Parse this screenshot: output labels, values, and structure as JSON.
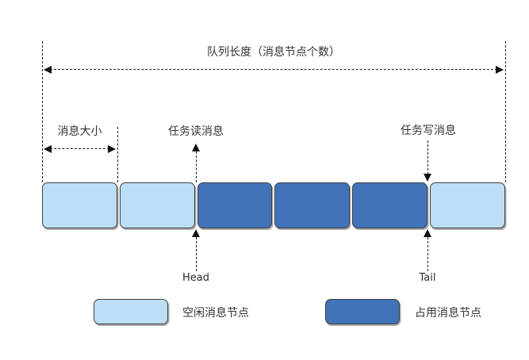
{
  "annotations": {
    "queue_length": "队列长度（消息节点个数）",
    "message_size": "消息大小",
    "task_read": "任务读消息",
    "task_write": "任务写消息"
  },
  "pointers": {
    "head": "Head",
    "tail": "Tail"
  },
  "queue": {
    "nodes": [
      {
        "state": "free"
      },
      {
        "state": "free"
      },
      {
        "state": "occupied"
      },
      {
        "state": "occupied"
      },
      {
        "state": "occupied"
      },
      {
        "state": "free"
      }
    ]
  },
  "legend": {
    "items": [
      {
        "state": "free",
        "label": "空闲消息节点"
      },
      {
        "state": "occupied",
        "label": "占用消息节点"
      }
    ]
  },
  "colors": {
    "free_fill": "#BDDEF7",
    "occupied_fill": "#4272B8",
    "node_border": "#404040"
  }
}
